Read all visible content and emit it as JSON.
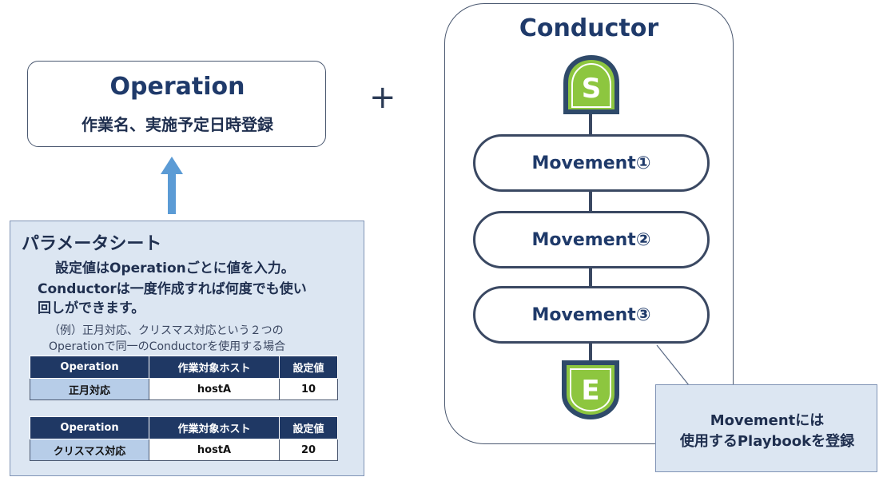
{
  "operation": {
    "title": "Operation",
    "subtitle": "作業名、実施予定日時登録"
  },
  "plus": "+",
  "parameter_sheet": {
    "title": "パラメータシート",
    "desc_line1": "設定値はOperationごとに値を入力。",
    "desc_line2": "Conductorは一度作成すれば何度でも使い",
    "desc_line3": "回しができます。",
    "example_line1": "（例）正月対応、クリスマス対応という２つの",
    "example_line2": "Operationで同一のConductorを使用する場合",
    "tables": [
      {
        "headers": [
          "Operation",
          "作業対象ホスト",
          "設定値"
        ],
        "row": [
          "正月対応",
          "hostA",
          "10"
        ]
      },
      {
        "headers": [
          "Operation",
          "作業対象ホスト",
          "設定値"
        ],
        "row": [
          "クリスマス対応",
          "hostA",
          "20"
        ]
      }
    ]
  },
  "conductor": {
    "title": "Conductor",
    "start_label": "S",
    "end_label": "E",
    "movements": [
      "Movement①",
      "Movement②",
      "Movement③"
    ]
  },
  "callout": {
    "line1": "Movementには",
    "line2": "使用するPlaybookを登録"
  },
  "colors": {
    "navy": "#1f3864",
    "panel_bg": "#dce6f2",
    "highlight_cell": "#b7cde8",
    "start_end_green": "#8dc63f",
    "arrow_blue": "#5b9bd5"
  }
}
